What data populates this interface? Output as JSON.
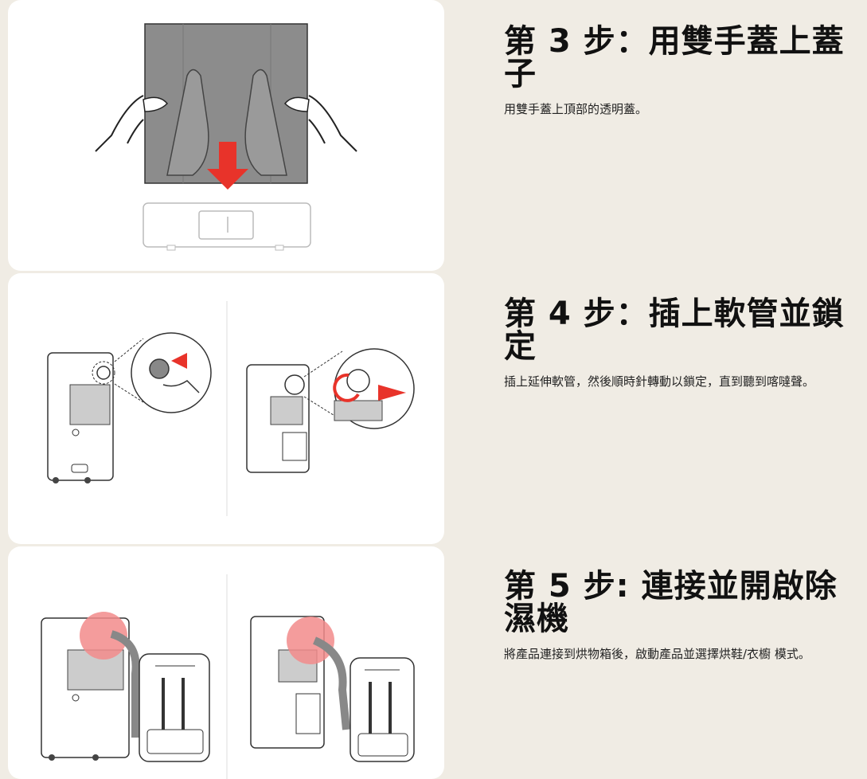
{
  "steps": [
    {
      "title": "第 3 步：用雙手蓋上蓋子",
      "description": "用雙手蓋上頂部的透明蓋。"
    },
    {
      "title": "第 4 步：插上軟管並鎖定",
      "description": "插上延伸軟管，然後順時針轉動以鎖定，直到聽到喀噠聲。"
    },
    {
      "title": "第 5 步: 連接並開啟除濕機",
      "description": "將產品連接到烘物箱後，啟動產品並選擇烘鞋/衣櫥 模式。"
    }
  ],
  "colors": {
    "background": "#f0ece4",
    "card": "#ffffff",
    "accent_red": "#e8332a",
    "highlight_red": "#f28b8b",
    "panel_gray": "#8c8c8c"
  }
}
